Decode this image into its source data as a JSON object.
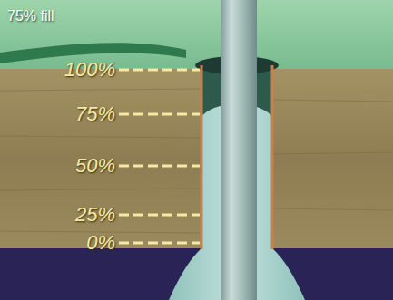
{
  "diagram": {
    "title": "75% fill",
    "labels": [
      "100%",
      "75%",
      "50%",
      "25%",
      "0%"
    ]
  }
}
